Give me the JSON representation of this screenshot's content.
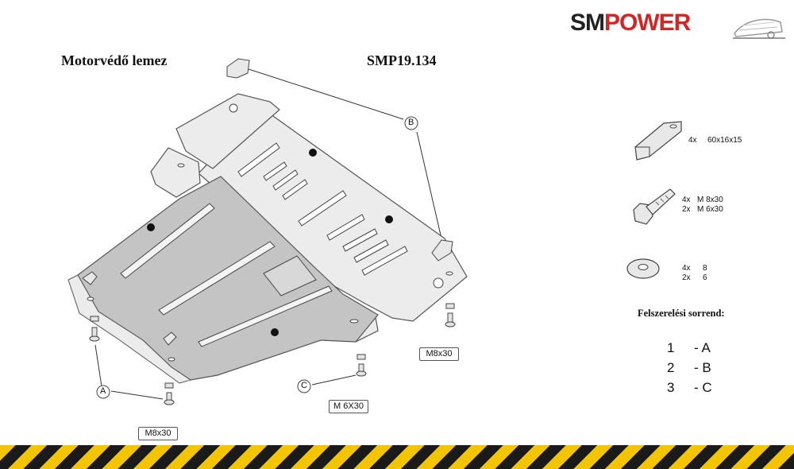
{
  "header": {
    "title": "Motorvédő lemez",
    "code": "SMP19.134",
    "logo": {
      "part1": "SM",
      "part2": "POWER",
      "accent": "#d42424",
      "dark": "#222222"
    }
  },
  "diagram": {
    "callouts": {
      "a": "A",
      "b": "B",
      "c": "C"
    },
    "bolt_labels": {
      "left": "M8x30",
      "right": "M8x30",
      "center": "M 6X30"
    }
  },
  "hardware": [
    {
      "icon": "bracket-icon",
      "lines": [
        {
          "qty": "4x",
          "spec": "60x16x15"
        }
      ]
    },
    {
      "icon": "bolt-icon",
      "lines": [
        {
          "qty": "4x",
          "spec": "M 8x30"
        },
        {
          "qty": "2x",
          "spec": "M 6x30"
        }
      ]
    },
    {
      "icon": "washer-icon",
      "lines": [
        {
          "qty": "4x",
          "spec": "8"
        },
        {
          "qty": "2x",
          "spec": "6"
        }
      ]
    }
  ],
  "sequence": {
    "title": "Felszerelési sorrend:",
    "steps": [
      {
        "num": "1",
        "label": "- A"
      },
      {
        "num": "2",
        "label": "- B"
      },
      {
        "num": "3",
        "label": "- C"
      }
    ]
  },
  "footer": {
    "stripe_colors": [
      "#f2c500",
      "#1a1a1a"
    ]
  }
}
